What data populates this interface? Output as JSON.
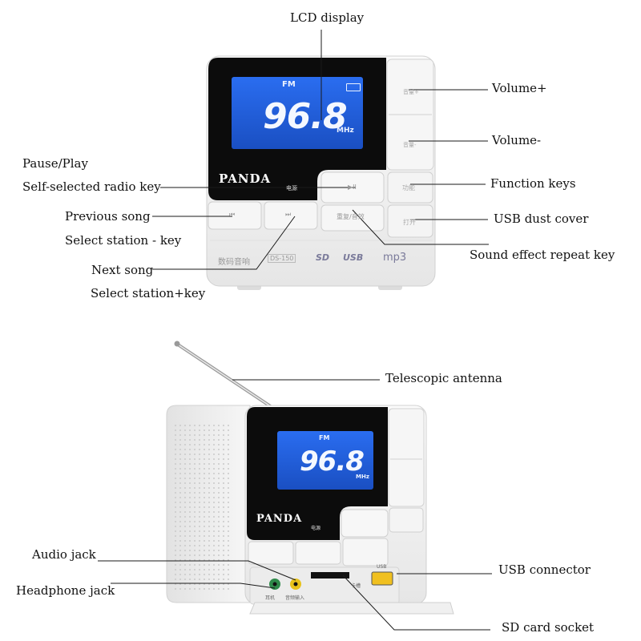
{
  "device": {
    "brand": "PANDA",
    "band": "FM",
    "frequency": "96.8",
    "unit": "MHz",
    "model": "DS-150",
    "model_cn": "数码音响",
    "power_cn": "电源",
    "logos": {
      "sd": "SD",
      "usb": "USB",
      "mp3": "mp3"
    },
    "keys_cn": {
      "vol_up": "音量+",
      "vol_down": "音量-",
      "function": "功能",
      "open": "打开",
      "repeat": "重复/音效",
      "prev": "⏮",
      "next": "⏭",
      "play": "▶II"
    },
    "jacks_cn": {
      "headphone": "耳机",
      "audio_in": "音频输入",
      "sd": "卡槽",
      "usb": "USB"
    }
  },
  "labels": {
    "lcd_display": "LCD display",
    "volume_up": "Volume+",
    "volume_down": "Volume-",
    "pause_play": "Pause/Play",
    "self_selected_radio": "Self-selected radio key",
    "function_keys": "Function keys",
    "previous_song": "Previous song",
    "usb_dust_cover": "USB dust cover",
    "select_station_minus": "Select station - key",
    "sound_effect_repeat": "Sound effect repeat key",
    "next_song": "Next song",
    "select_station_plus": "Select station+key",
    "telescopic_antenna": "Telescopic antenna",
    "audio_jack": "Audio jack",
    "usb_connector": "USB connector",
    "headphone_jack": "Headphone jack",
    "sd_card_socket": "SD card socket"
  },
  "colors": {
    "lcd": "#1f5fd8",
    "lcd_text": "#f4f8ff",
    "body": "#f2f2f2",
    "bezel": "#0c0c0c",
    "jack_green": "#2f8a4a",
    "jack_yellow": "#e8c21a"
  }
}
